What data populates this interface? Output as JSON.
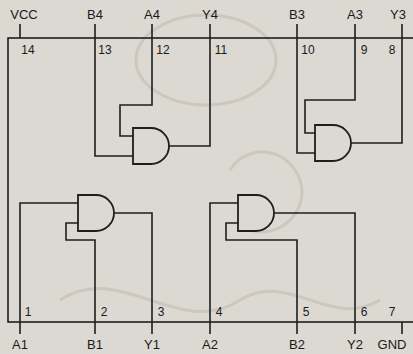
{
  "diagram": {
    "labels": [
      "VCC",
      "14",
      "B4",
      "13",
      "A4",
      "12",
      "Y4",
      "11",
      "B3",
      "10",
      "A3",
      "9",
      "Y3",
      "8",
      "1",
      "A1",
      "2",
      "B1",
      "3",
      "Y1",
      "4",
      "A2",
      "5",
      "B2",
      "6",
      "Y2",
      "7",
      "GND"
    ]
  }
}
